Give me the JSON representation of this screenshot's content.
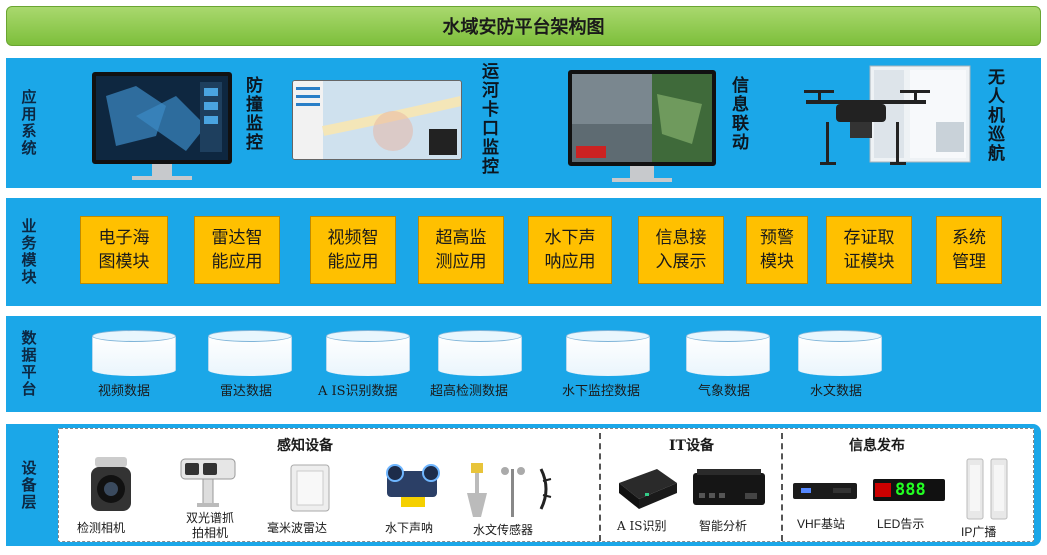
{
  "title": "水域安防平台架构图",
  "layers": {
    "app": {
      "label": "应用系统",
      "items": [
        "防撞监控",
        "运河卡口监控",
        "信息联动",
        "无人机巡航"
      ]
    },
    "business": {
      "label": "业务模块",
      "modules": [
        "电子海图模块",
        "雷达智能应用",
        "视频智能应用",
        "超高监测应用",
        "水下声呐应用",
        "信息接入展示",
        "预警模块",
        "存证取证模块",
        "系统管理"
      ]
    },
    "data": {
      "label": "数据平台",
      "stores": [
        "视频数据",
        "雷达数据",
        "A IS识别数据",
        "超高检测数据",
        "水下监控数据",
        "气象数据",
        "水文数据"
      ]
    },
    "device": {
      "label": "设备层",
      "groups": {
        "sensing": {
          "title": "感知设备",
          "items": [
            "检测相机",
            "双光谱抓拍相机",
            "毫米波雷达",
            "水下声呐",
            "水文传感器"
          ]
        },
        "it": {
          "title": "IT设备",
          "items": [
            "A IS识别",
            "智能分析"
          ]
        },
        "publish": {
          "title": "信息发布",
          "items": [
            "VHF基站",
            "LED告示",
            "IP广播"
          ]
        }
      },
      "led_display": "888"
    }
  },
  "colors": {
    "title_bar": "#8cc63f",
    "band": "#1ba7e8",
    "module": "#ffc000"
  },
  "icons": [
    "monitor-icon",
    "drone-icon",
    "ptz-camera-icon",
    "dual-camera-icon",
    "radar-icon",
    "sonar-icon",
    "hydro-sensor-icon",
    "ais-box-icon",
    "analysis-box-icon",
    "vhf-station-icon",
    "led-board-icon",
    "speaker-icon",
    "database-icon"
  ]
}
